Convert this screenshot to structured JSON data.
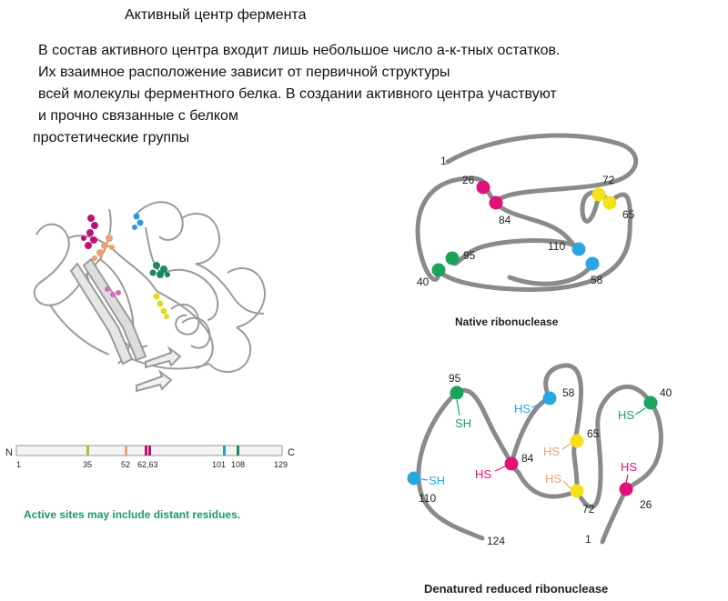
{
  "title": "Активный центр фермента",
  "paragraph": [
    "В состав активного центра входит лишь небольшое число а-к-тных остатков.",
    "Их взаимное расположение зависит от первичной структуры",
    "всей молекулы ферментного белка. В создании активного центра участвуют",
    "и прочно связанные с белком",
    "простетические группы"
  ],
  "bar": {
    "n_label": "N",
    "c_label": "C",
    "ticks": [
      "1",
      "35",
      "52",
      "62,63",
      "101",
      "108",
      "129"
    ]
  },
  "active_caption": "Active sites may include distant residues.",
  "native": {
    "caption": "Native ribonuclease",
    "labels": {
      "r1": "1",
      "r26": "26",
      "r84": "84",
      "r72": "72",
      "r65": "65",
      "r110": "110",
      "r95": "95",
      "r40": "40",
      "r58": "58"
    }
  },
  "denatured": {
    "caption": "Denatured reduced ribonuclease",
    "labels": {
      "r95": "95",
      "r58": "58",
      "r40": "40",
      "r65": "65",
      "r84": "84",
      "r110": "110",
      "r72": "72",
      "r26": "26",
      "r124": "124",
      "r1": "1"
    },
    "sh": "SH",
    "hs": "HS"
  },
  "colors": {
    "green": "#1aa35a",
    "magenta": "#e0117a",
    "yellow": "#f4e11a",
    "blue": "#2aa6e0",
    "orange": "#f0a070",
    "teal": "#2aa88a"
  }
}
